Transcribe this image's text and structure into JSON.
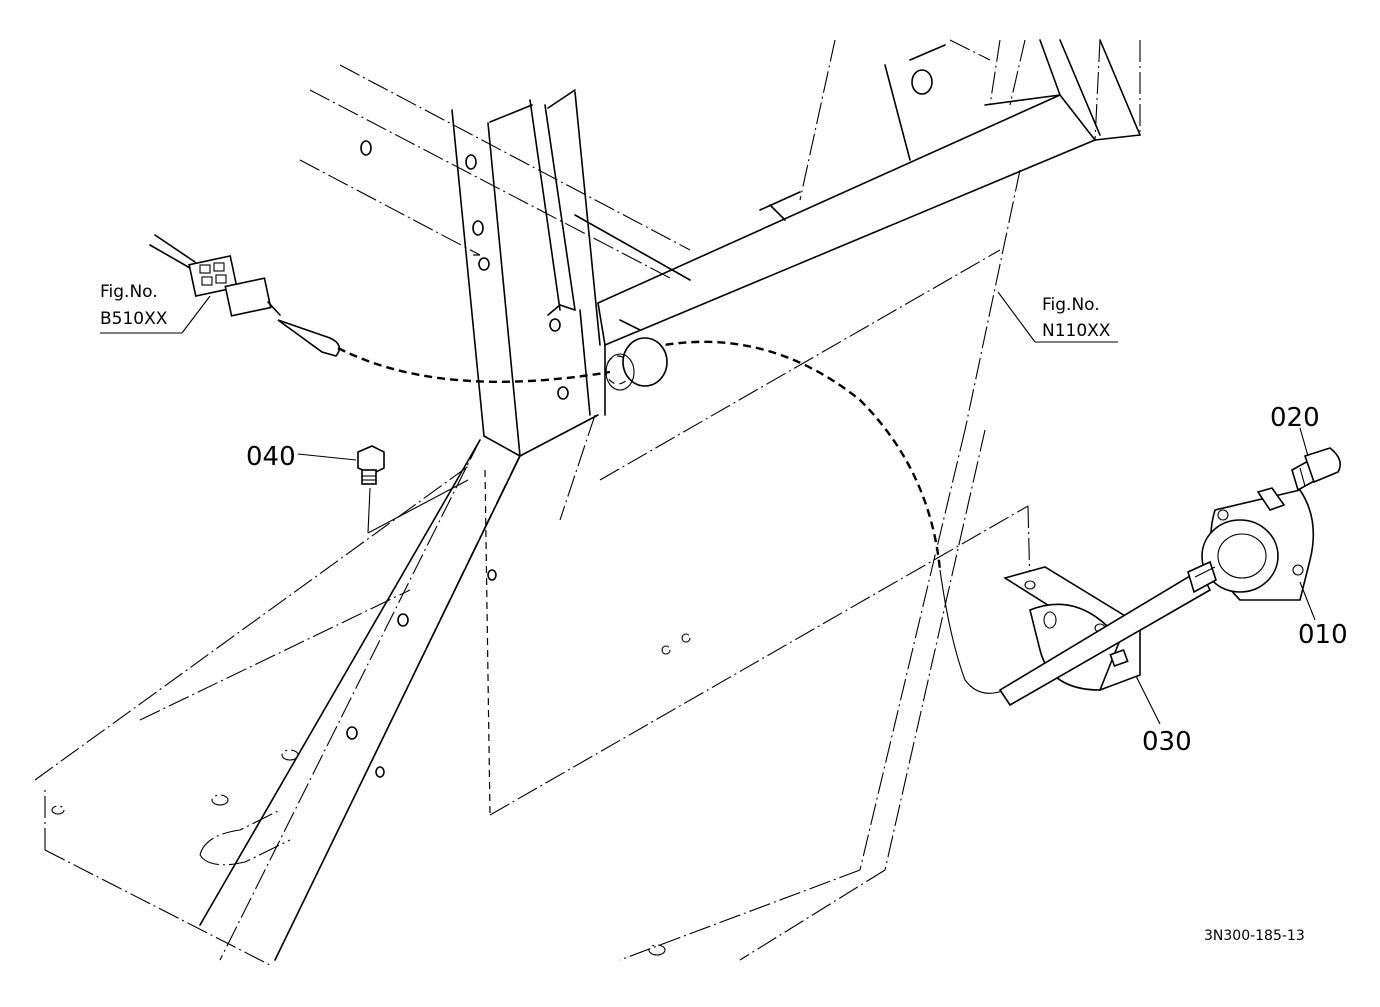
{
  "callouts": {
    "ref_b510": {
      "label": "Fig.No.",
      "code": "B510XX"
    },
    "ref_n110": {
      "label": "Fig.No.",
      "code": "N110XX"
    },
    "part_010": "010",
    "part_020": "020",
    "part_030": "030",
    "part_040": "040"
  },
  "drawing_code": "3N300-185-13"
}
